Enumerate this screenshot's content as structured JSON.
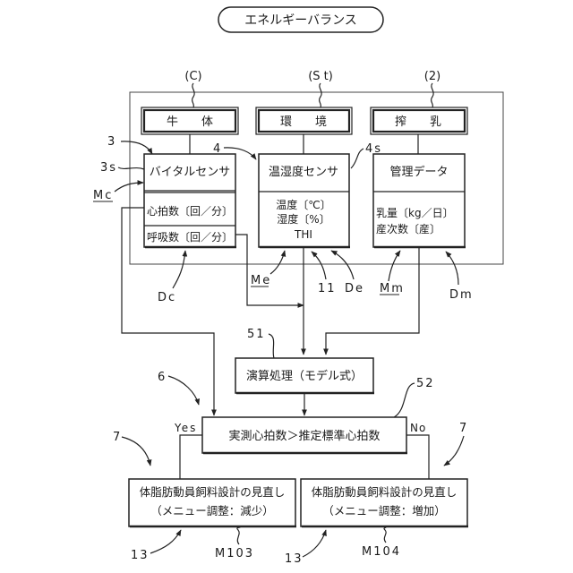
{
  "title": "エネルギーバランス",
  "group_labels": {
    "cow": "(C)",
    "environment": "(S t)",
    "milking": "(2)"
  },
  "headers": {
    "cow": "牛　　体",
    "environment": "環　　境",
    "milking": "搾　　乳"
  },
  "vital_sensor": {
    "title": "バイタルセンサ",
    "rows": [
      "心拍数〔回／分〕",
      "呼吸数〔回／分〕"
    ]
  },
  "env_sensor": {
    "title": "温湿度センサ",
    "lines": [
      "温度〔℃〕",
      "湿度〔%〕",
      "THI"
    ]
  },
  "management": {
    "title": "管理データ",
    "lines": [
      "乳量〔kg／日〕",
      "産次数〔産〕"
    ]
  },
  "compute": {
    "label": "演算処理（モデル式）"
  },
  "decision": {
    "label": "実測心拍数＞推定標準心拍数",
    "yes": "Yes",
    "no": "No"
  },
  "outcomes": [
    {
      "line1": "体脂肪動員飼料設計の見直し",
      "line2": "（メニュー調整：減少）",
      "id": "M103"
    },
    {
      "line1": "体脂肪動員飼料設計の見直し",
      "line2": "（メニュー調整：増加）",
      "id": "M104"
    }
  ],
  "refs": {
    "r3": "3",
    "r3s": "3s",
    "mc": "Mc",
    "r4": "4",
    "r4s": "4s",
    "dc": "Dc",
    "me": "Me",
    "r11": "11",
    "de": "De",
    "mm": "Mm",
    "dm": "Dm",
    "r51": "51",
    "r52": "52",
    "r6": "6",
    "r7a": "7",
    "r7b": "7",
    "r13a": "13",
    "r13b": "13"
  }
}
